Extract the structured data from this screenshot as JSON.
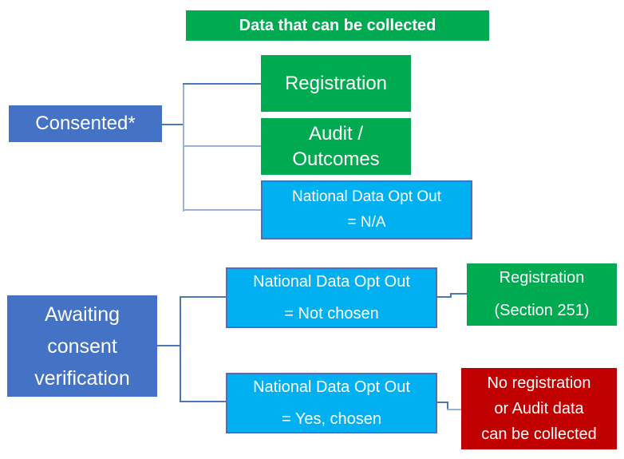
{
  "header": {
    "label": "Data that can be collected",
    "color": "#00AA50"
  },
  "consented_flow": {
    "root": {
      "label": "Consented*",
      "color": "#4472C4"
    },
    "outputs": [
      {
        "lines": [
          "Registration"
        ],
        "color": "#00AA50"
      },
      {
        "lines": [
          "Audit /",
          "Outcomes"
        ],
        "color": "#00AA50"
      },
      {
        "lines": [
          "National Data Opt Out",
          "= N/A"
        ],
        "color": "#00B0F0",
        "border_color": "#4472C4"
      }
    ]
  },
  "awaiting_flow": {
    "root": {
      "lines": [
        "Awaiting",
        "consent",
        "verification"
      ],
      "color": "#4472C4"
    },
    "cases": [
      {
        "condition_lines": [
          "National Data Opt Out",
          "= Not chosen"
        ],
        "condition_color": "#00B0F0",
        "outcome_lines": [
          "Registration",
          "(Section 251)"
        ],
        "outcome_color": "#00AA50"
      },
      {
        "condition_lines": [
          "National Data Opt Out",
          "= Yes, chosen"
        ],
        "condition_color": "#00B0F0",
        "outcome_lines": [
          "No registration",
          "or Audit data",
          "can be collected"
        ],
        "outcome_color": "#C00000"
      }
    ]
  },
  "connector_color": "#4C79B4",
  "text_color": "#FFFFFF"
}
